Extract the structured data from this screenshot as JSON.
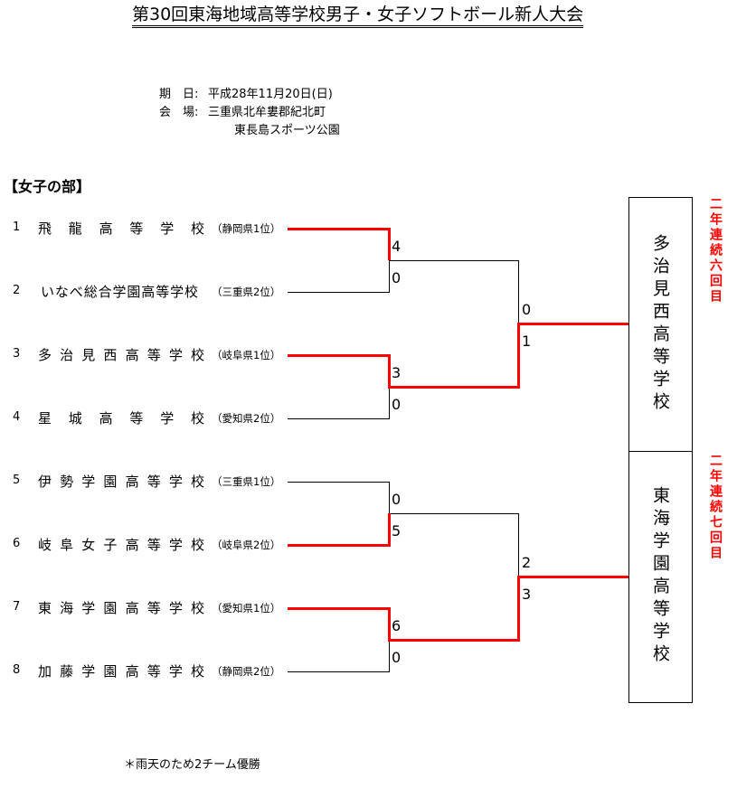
{
  "title": "第30回東海地域高等学校男子・女子ソフトボール新人大会",
  "info": {
    "date_label": "期　日:",
    "date_value": "平成28年11月20日(日)",
    "venue_label": "会　場:",
    "venue_line1": "三重県北牟婁郡紀北町",
    "venue_line2": "東長島スポーツ公園"
  },
  "section": "【女子の部】",
  "teams": [
    {
      "num": "1",
      "name": "飛龍高等学校",
      "pref": "（静岡県1位）"
    },
    {
      "num": "2",
      "name": "いなべ総合学園高等学校",
      "pref": "（三重県2位）"
    },
    {
      "num": "3",
      "name": "多治見西高等学校",
      "pref": "（岐阜県1位）"
    },
    {
      "num": "4",
      "name": "星城高等学校",
      "pref": "（愛知県2位）"
    },
    {
      "num": "5",
      "name": "伊勢学園高等学校",
      "pref": "（三重県1位）"
    },
    {
      "num": "6",
      "name": "岐阜女子高等学校",
      "pref": "（岐阜県2位）"
    },
    {
      "num": "7",
      "name": "東海学園高等学校",
      "pref": "（愛知県1位）"
    },
    {
      "num": "8",
      "name": "加藤学園高等学校",
      "pref": "（静岡県2位）"
    }
  ],
  "scores": {
    "r1": [
      [
        "4",
        "0"
      ],
      [
        "3",
        "0"
      ],
      [
        "0",
        "5"
      ],
      [
        "6",
        "0"
      ]
    ],
    "r2": [
      [
        "0",
        "1"
      ],
      [
        "2",
        "3"
      ]
    ]
  },
  "winners": [
    {
      "name": "多治見西高等学校",
      "note": "二年連続六回目"
    },
    {
      "name": "東海学園高等学校",
      "note": "二年連続七回目"
    }
  ],
  "footnote": "＊雨天のため2チーム優勝",
  "colors": {
    "win_line": "#ff0000",
    "lose_line": "#000000",
    "note": "#ff0000"
  }
}
